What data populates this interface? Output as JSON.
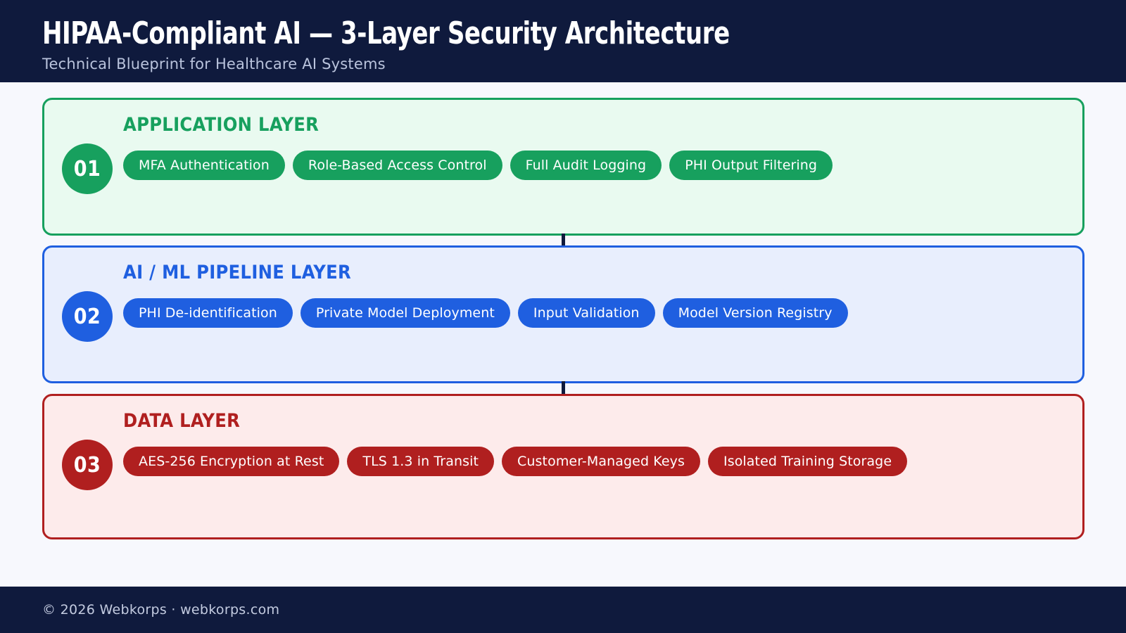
{
  "colors": {
    "navy": "#0f1a3d",
    "page_background": "#f7f8fd",
    "layer_1_accent": "#17a05e",
    "layer_2_accent": "#1f5fe0",
    "layer_3_accent": "#b01f1f"
  },
  "header": {
    "title": "HIPAA-Compliant AI — 3-Layer Security Architecture",
    "subtitle": "Technical Blueprint for Healthcare AI Systems"
  },
  "layers": [
    {
      "number": "01",
      "title": "APPLICATION LAYER",
      "accent": "#17a05e",
      "items": [
        "MFA Authentication",
        "Role-Based Access Control",
        "Full Audit Logging",
        "PHI Output Filtering"
      ]
    },
    {
      "number": "02",
      "title": "AI / ML PIPELINE LAYER",
      "accent": "#1f5fe0",
      "items": [
        "PHI De-identification",
        "Private Model Deployment",
        "Input Validation",
        "Model Version Registry"
      ]
    },
    {
      "number": "03",
      "title": "DATA LAYER",
      "accent": "#b01f1f",
      "items": [
        "AES-256 Encryption at Rest",
        "TLS 1.3 in Transit",
        "Customer-Managed Keys",
        "Isolated Training Storage"
      ]
    }
  ],
  "footer": {
    "text": "© 2026 Webkorps  ·  webkorps.com"
  }
}
